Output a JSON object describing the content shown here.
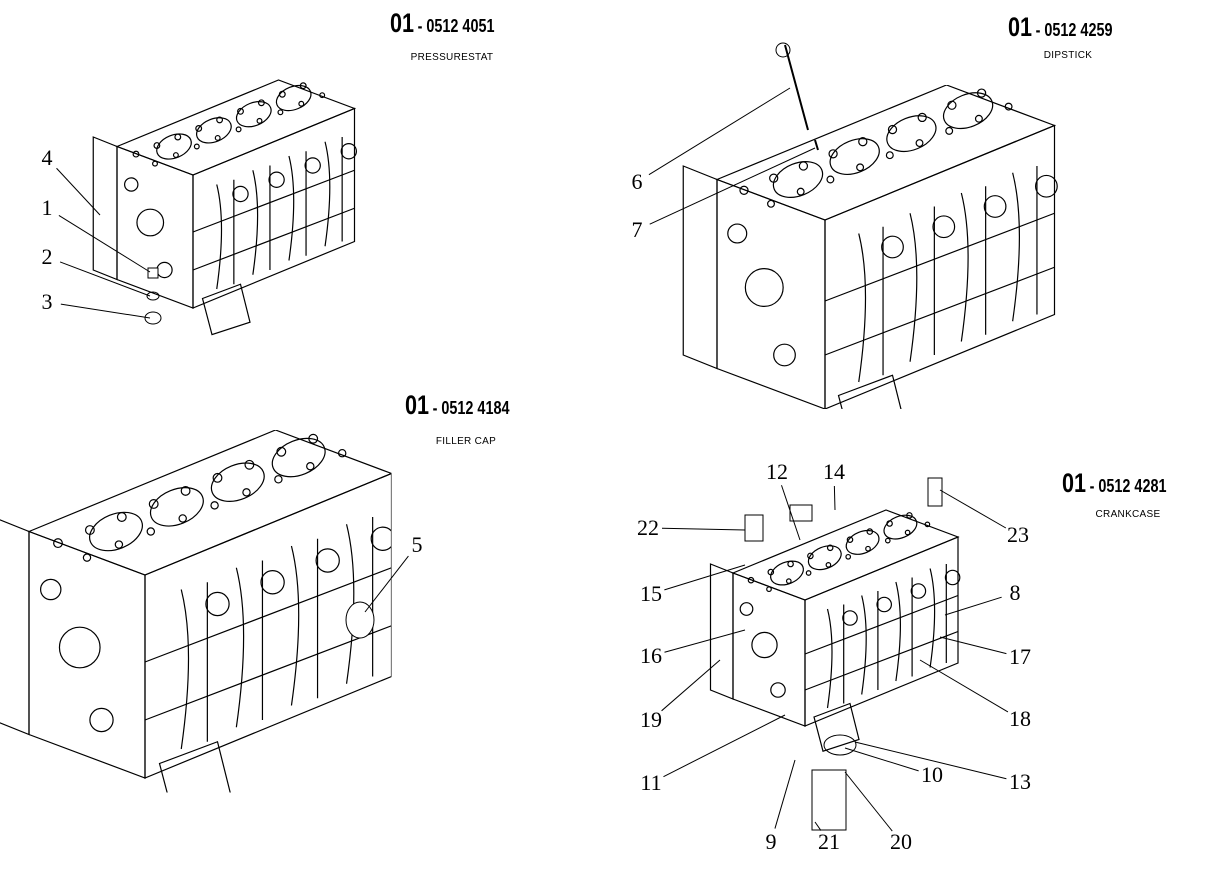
{
  "panels": [
    {
      "group": "01",
      "ref": "- 0512 4051",
      "title": "PRESSURESTAT",
      "callouts": [
        "4",
        "1",
        "2",
        "3"
      ]
    },
    {
      "group": "01",
      "ref": "- 0512 4259",
      "title": "DIPSTICK",
      "callouts": [
        "6",
        "7"
      ]
    },
    {
      "group": "01",
      "ref": "- 0512 4184",
      "title": "FILLER CAP",
      "callouts": [
        "5"
      ]
    },
    {
      "group": "01",
      "ref": "- 0512 4281",
      "title": "CRANKCASE",
      "callouts": [
        "12",
        "14",
        "22",
        "23",
        "15",
        "8",
        "16",
        "17",
        "19",
        "18",
        "11",
        "10",
        "13",
        "9",
        "21",
        "20"
      ]
    }
  ]
}
